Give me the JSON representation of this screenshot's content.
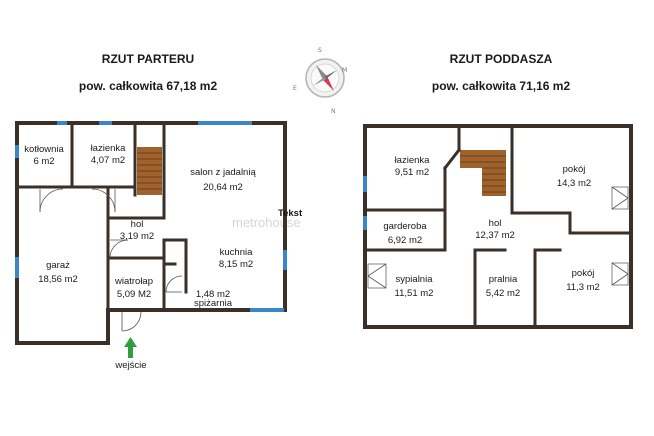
{
  "plans": [
    {
      "title": "RZUT PARTERU",
      "subtitle": "pow. całkowita 67,18 m2",
      "rooms": [
        {
          "name": "kotłownia",
          "area": "6 m2"
        },
        {
          "name": "łazienka",
          "area": "4,07 m2"
        },
        {
          "name": "salon z jadalnią",
          "area": "20,64 m2"
        },
        {
          "name": "garaż",
          "area": "18,56 m2"
        },
        {
          "name": "hol",
          "area": "3,19 m2"
        },
        {
          "name": "kuchnia",
          "area": "8,15 m2"
        },
        {
          "name": "wiatrołap",
          "area": "5,09 M2"
        },
        {
          "name": "spiżarnia",
          "area": "1,48 m2"
        }
      ],
      "extra_label": "Tekst",
      "entrance_label": "wejście"
    },
    {
      "title": "RZUT PODDASZA",
      "subtitle": "pow. całkowita 71,16 m2",
      "rooms": [
        {
          "name": "łazienka",
          "area": "9,51 m2"
        },
        {
          "name": "pokój",
          "area": "14,3 m2"
        },
        {
          "name": "garderoba",
          "area": "6,92 m2"
        },
        {
          "name": "hol",
          "area": "12,37 m2"
        },
        {
          "name": "sypialnia",
          "area": "11,51 m2"
        },
        {
          "name": "pralnia",
          "area": "5,42 m2"
        },
        {
          "name": "pokój",
          "area": "11,3 m2"
        }
      ]
    }
  ],
  "compass": {
    "letters": [
      "S",
      "M",
      "N",
      "E"
    ]
  },
  "watermark": "metrohouse",
  "colors": {
    "wall": "#3b2f2a",
    "window": "#3a86c8",
    "stairs": "#a0622c",
    "entrance_arrow": "#2e9e3e"
  }
}
